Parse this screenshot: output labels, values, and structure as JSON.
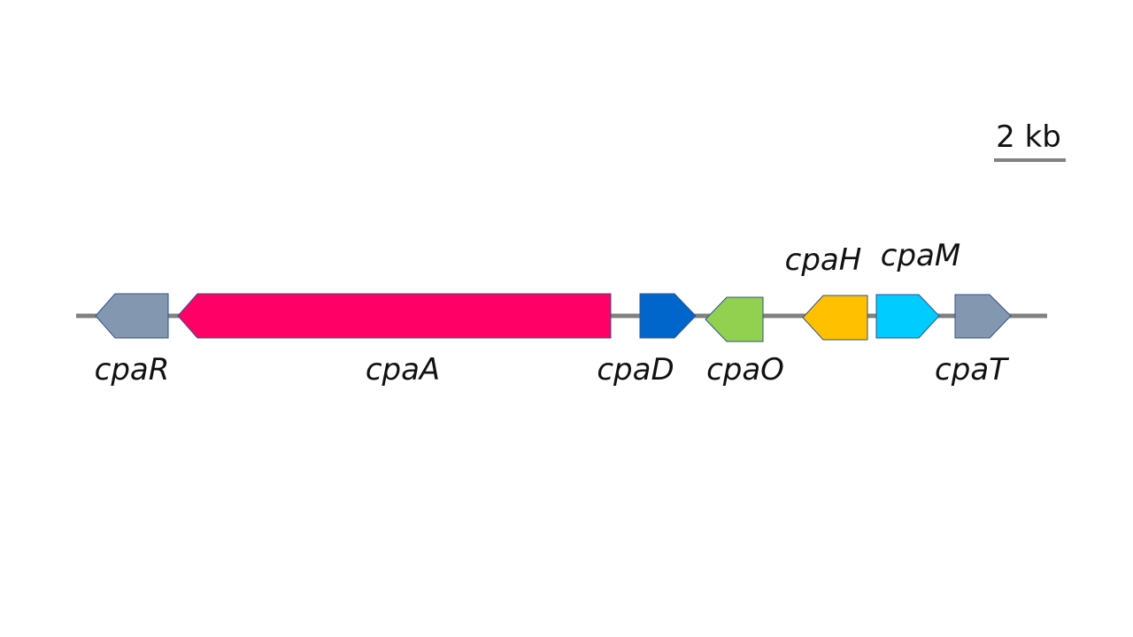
{
  "scale_bar": {
    "label": "2 kb",
    "color": "#808080"
  },
  "backbone_color": "#808080",
  "genes": [
    {
      "id": "cpaR",
      "name": "cpaR",
      "strand": "reverse",
      "color": "#8497B0"
    },
    {
      "id": "cpaA",
      "name": "cpaA",
      "strand": "reverse",
      "color": "#FF0066"
    },
    {
      "id": "cpaD",
      "name": "cpaD",
      "strand": "forward",
      "color": "#0066CC"
    },
    {
      "id": "cpaO",
      "name": "cpaO",
      "strand": "reverse",
      "color": "#92D050"
    },
    {
      "id": "cpaH",
      "name": "cpaH",
      "strand": "reverse",
      "color": "#FFC000"
    },
    {
      "id": "cpaM",
      "name": "cpaM",
      "strand": "forward",
      "color": "#00CCFF"
    },
    {
      "id": "cpaT",
      "name": "cpaT",
      "strand": "forward",
      "color": "#8497B0"
    }
  ]
}
